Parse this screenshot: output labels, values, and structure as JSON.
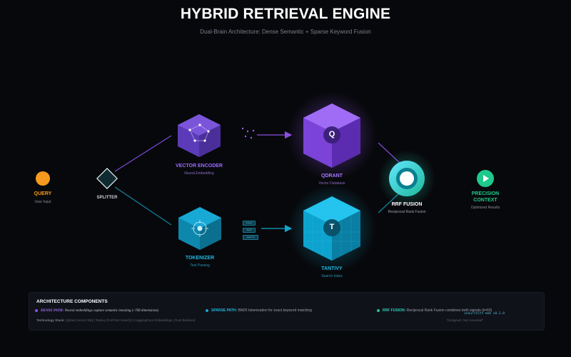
{
  "header": {
    "title": "HYBRID RETRIEVAL ENGINE",
    "subtitle": "Dual-Brain Architecture: Dense Semantic + Sparse Keyword Fusion"
  },
  "nodes": {
    "query": {
      "label": "QUERY",
      "sub": "User Input"
    },
    "splitter": {
      "label": "SPLITTER"
    },
    "vector_encoder": {
      "label": "VECTOR ENCODER",
      "sub": "Neural Embedding"
    },
    "tokenizer": {
      "label": "TOKENIZER",
      "sub": "Text Parsing"
    },
    "qdrant": {
      "label": "QDRANT",
      "sub": "Vector Database",
      "glyph": "Q"
    },
    "tantivy": {
      "label": "TANTIVY",
      "sub": "Search Index",
      "glyph": "T"
    },
    "rrf": {
      "label": "RRF FUSION",
      "sub": "Reciprocal Rank Fusion"
    },
    "precision": {
      "label_line1": "PRECISION",
      "label_line2": "CONTEXT",
      "sub": "Optimized Results"
    }
  },
  "token_chips": [
    "token",
    "text",
    "search"
  ],
  "components": {
    "title": "ARCHITECTURE COMPONENTS",
    "dense_label": "DENSE PATH:",
    "dense_text": "Neural embeddings capture semantic meaning (~768 dimensions)",
    "sparse_label": "SPARSE PATH:",
    "sparse_text": "BM25 tokenization for exact keyword matching",
    "rrf_label": "RRF FUSION:",
    "rrf_text": "Reciprocal Rank Fusion combines both signals (k=60)",
    "tech_label": "Technology Stack:",
    "tech_text": "Qdrant (Vector DB) | Tantivy (Full-Text Search) | HuggingFace Embeddings | Rust Backend",
    "version": "zeaurchitt-mem v0.1.0",
    "tagline": "\"Designed, Not Assumed\""
  },
  "colors": {
    "background": "#07080b",
    "dense": "#8b4fe0",
    "sparse": "#12a6cf",
    "rrf": "#2ad1b8",
    "query": "#f59a1e",
    "precision": "#1fc98b"
  }
}
